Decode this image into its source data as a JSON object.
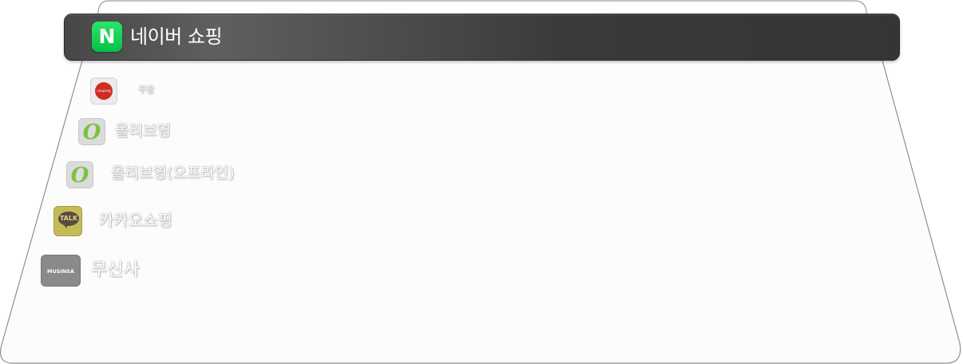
{
  "header": {
    "logo_letter": "N",
    "title": "네이버 쇼핑"
  },
  "items": [
    {
      "label": "쿠팡",
      "icon": "coupang-logo-icon",
      "icon_text": "coupang"
    },
    {
      "label": "올리브영",
      "icon": "oliveyoung-logo-icon",
      "icon_text": "O"
    },
    {
      "label": "올리브영(오프라인)",
      "icon": "oliveyoung-logo-icon",
      "icon_text": "O"
    },
    {
      "label": "카카오쇼핑",
      "icon": "kakaotalk-logo-icon",
      "icon_text": "TALK"
    },
    {
      "label": "무신사",
      "icon": "musinsa-logo-icon",
      "icon_text": "MUSINSA"
    }
  ],
  "colors": {
    "header_bg": "#3a3a3a",
    "naver_green": "#03c75a",
    "coupang_red": "#cf2c24",
    "olive_green": "#7cc242",
    "kakao_yellow": "#c4bb5a",
    "musinsa_gray": "#8a8a8a"
  }
}
